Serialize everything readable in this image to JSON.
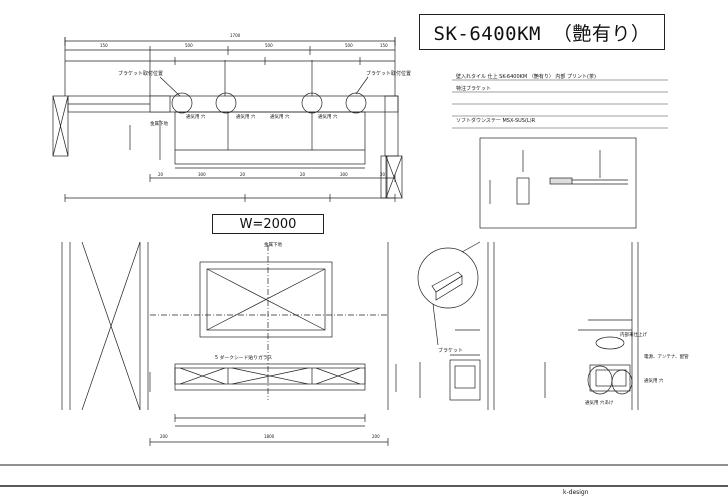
{
  "sheet": {
    "title": "SK-6400KM （艶有り）",
    "width_label": "W=2000",
    "footer": "k-design"
  },
  "spec": {
    "row1": "壁入れタイル 仕上  SK-6400KM （艶有り）   内部  プリント(茶)",
    "row2": "特注ブラケット",
    "row3": "ソフトダウンステー  MSX-SUS(L)R"
  },
  "plan": {
    "overall_dim": "1700",
    "segment_dims": [
      "150",
      "500",
      "500",
      "500",
      "150"
    ],
    "bracket_left": "ブラケット取付位置",
    "bracket_right": "ブラケット取付位置",
    "wall_note": "金属下地",
    "vent_labels": [
      "通気用 穴",
      "通気用 穴",
      "通気用 穴",
      "通気用 穴"
    ],
    "bottom_dims": [
      "20",
      "300",
      "20",
      "20",
      "300",
      "20"
    ]
  },
  "elevation": {
    "top_note": "金属下地",
    "glass_note": "5  ダークシード貼りガラス",
    "bottom_dims": [
      "200",
      "1800",
      "200"
    ]
  },
  "details": {
    "bracket_label": "ブラケット",
    "right_notes": [
      "内部来仕上げ",
      "電源、アンテナ、配管",
      "通気用 穴",
      "通気用 穴あけ"
    ]
  },
  "icons": [
    "crosshair-icon",
    "section-marker-icon"
  ]
}
